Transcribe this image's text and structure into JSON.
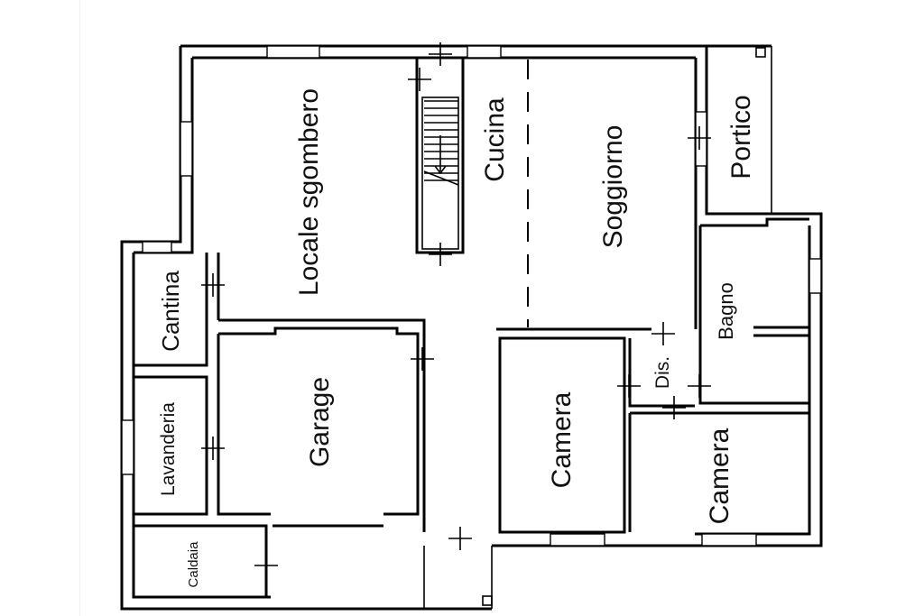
{
  "plan": {
    "rooms": [
      {
        "id": "locale-sgombero",
        "label": "Locale sgombero"
      },
      {
        "id": "cucina",
        "label": "Cucina"
      },
      {
        "id": "soggiorno",
        "label": "Soggiorno"
      },
      {
        "id": "portico",
        "label": "Portico"
      },
      {
        "id": "cantina",
        "label": "Cantina"
      },
      {
        "id": "lavanderia",
        "label": "Lavanderia"
      },
      {
        "id": "caldaia",
        "label": "Caldaia"
      },
      {
        "id": "garage",
        "label": "Garage"
      },
      {
        "id": "camera-1",
        "label": "Camera"
      },
      {
        "id": "camera-2",
        "label": "Camera"
      },
      {
        "id": "disimpegno",
        "label": "Dis."
      },
      {
        "id": "bagno",
        "label": "Bagno"
      }
    ],
    "colors": {
      "wall": "#000000",
      "background": "#ffffff"
    }
  }
}
